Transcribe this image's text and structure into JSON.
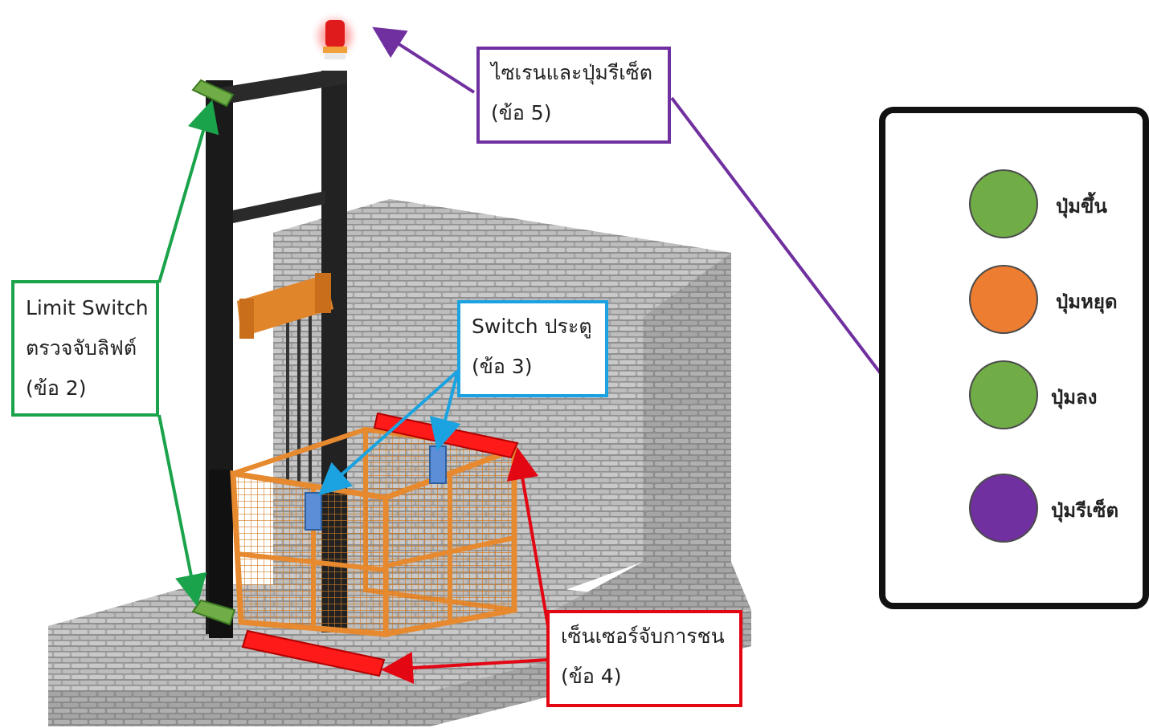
{
  "colors": {
    "limit_switch": "#1aa34a",
    "siren": "#7030a0",
    "door_switch": "#1aa3e0",
    "collision_sensor": "#e30613",
    "cage": "#e6892f",
    "mast": "#1f1f1f",
    "brick": "#9a9a9a"
  },
  "callouts": {
    "limit_switch": {
      "line1": "Limit Switch",
      "line2": "ตรวจจับลิฟต์",
      "line3": "(ข้อ 2)"
    },
    "siren": {
      "line1": "ไซเรนและปุ่มรีเซ็ต",
      "line2": "(ข้อ 5)"
    },
    "door_switch": {
      "line1": "Switch ประตู",
      "line2": "(ข้อ 3)"
    },
    "collision_sensor": {
      "line1": "เซ็นเซอร์จับการชน",
      "line2": "(ข้อ 4)"
    }
  },
  "control_panel": {
    "buttons": [
      {
        "label": "ปุ่มขึ้น",
        "color": "#70ad47",
        "icon": "up-button-icon"
      },
      {
        "label": "ปุ่มหยุด",
        "color": "#ed7d31",
        "icon": "stop-button-icon"
      },
      {
        "label": "ปุ่มลง",
        "color": "#70ad47",
        "icon": "down-button-icon"
      },
      {
        "label": "ปุ่มรีเซ็ต",
        "color": "#7030a0",
        "icon": "reset-button-icon"
      }
    ]
  }
}
